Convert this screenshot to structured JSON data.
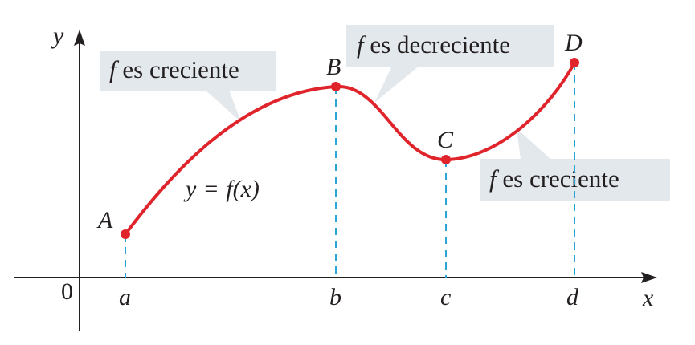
{
  "axes": {
    "x_label": "x",
    "y_label": "y",
    "origin_label": "0"
  },
  "ticks": [
    {
      "id": "a",
      "label": "a"
    },
    {
      "id": "b",
      "label": "b"
    },
    {
      "id": "c",
      "label": "c"
    },
    {
      "id": "d",
      "label": "d"
    }
  ],
  "points": [
    {
      "id": "A",
      "label": "A"
    },
    {
      "id": "B",
      "label": "B"
    },
    {
      "id": "C",
      "label": "C"
    },
    {
      "id": "D",
      "label": "D"
    }
  ],
  "curve_label": {
    "lhs": "y",
    "op": "=",
    "rhs": "f(x)"
  },
  "callouts": [
    {
      "id": "increasing-left",
      "f": "f",
      "text": " es creciente"
    },
    {
      "id": "decreasing",
      "f": "f",
      "text": " es decreciente"
    },
    {
      "id": "increasing-right",
      "f": "f",
      "text": " es creciente"
    }
  ],
  "colors": {
    "curve": "#e0242b",
    "point": "#e0242b",
    "dashed": "#2aa6d6",
    "callout_bg": "#e3e8ec",
    "axis": "#231f20",
    "text": "#231f20"
  }
}
